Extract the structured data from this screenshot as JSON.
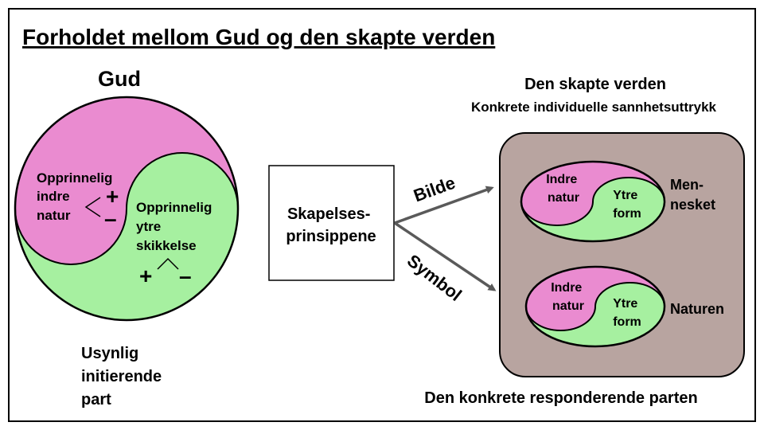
{
  "title": "Forholdet mellom Gud og den skapte verden",
  "god": {
    "label": "Gud",
    "inner_lines": [
      "Opprinnelig",
      "indre",
      "natur"
    ],
    "outer_lines": [
      "Opprinnelig",
      "ytre",
      "skikkelse"
    ],
    "plus_symbol": "+",
    "minus_symbol": "–",
    "caption_lines": [
      "Usynlig",
      "initierende",
      "part"
    ]
  },
  "center": {
    "box_lines": [
      "Skapelses-",
      "prinsippene"
    ],
    "arrow_top_label": "Bilde",
    "arrow_bottom_label": "Symbol"
  },
  "created": {
    "heading": "Den skapte verden",
    "subheading": "Konkrete individuelle sannhetsuttrykk",
    "human": {
      "inner_lines": [
        "Indre",
        "natur"
      ],
      "outer_lines": [
        "Ytre",
        "form"
      ],
      "side_lines": [
        "Men-",
        "nesket"
      ]
    },
    "nature": {
      "inner_lines": [
        "Indre",
        "natur"
      ],
      "outer_lines": [
        "Ytre",
        "form"
      ],
      "side_lines": [
        "Naturen"
      ]
    },
    "caption": "Den konkrete responderende parten"
  },
  "colors": {
    "pink": "#ea8bd0",
    "green": "#a6f0a0",
    "panel": "#b8a4a0",
    "arrow": "#5a5a5a",
    "border": "#000000"
  }
}
